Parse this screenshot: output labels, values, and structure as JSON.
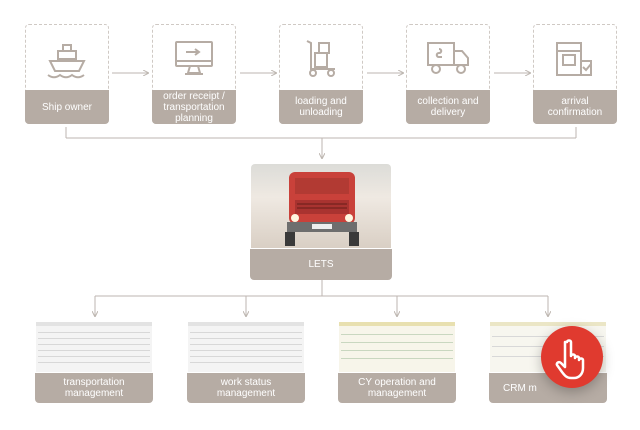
{
  "top_flow": [
    {
      "label": "Ship owner",
      "icon": "ship-icon"
    },
    {
      "label": "order receipt / transportation planning",
      "icon": "monitor-icon"
    },
    {
      "label": "loading and unloading",
      "icon": "hand-truck-icon"
    },
    {
      "label": "collection and delivery",
      "icon": "delivery-truck-icon"
    },
    {
      "label": "arrival confirmation",
      "icon": "warehouse-icon"
    }
  ],
  "center": {
    "label": "LETS",
    "icon": "red-truck-photo"
  },
  "bottom_modules": [
    {
      "label": "transportation management"
    },
    {
      "label": "work status management"
    },
    {
      "label": "CY operation and management"
    },
    {
      "label": "CRM m"
    }
  ],
  "colors": {
    "label_bg": "#b6aca4",
    "line": "#cfc9c4",
    "accent": "#e03a2f"
  },
  "fab": {
    "icon": "hand-pointer-icon"
  }
}
